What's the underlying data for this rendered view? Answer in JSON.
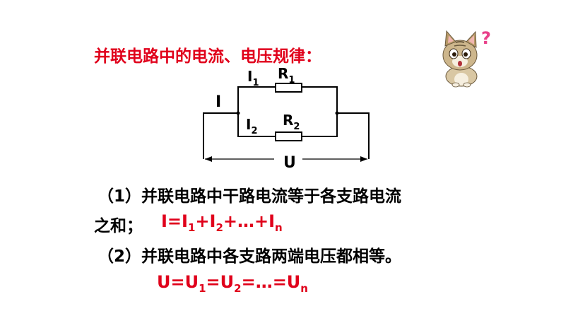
{
  "title": "并联电路中的电流、电压规律：",
  "circuit": {
    "label_I": "I",
    "label_I1": "I",
    "sub_I1": "1",
    "label_R1": "R",
    "sub_R1": "1",
    "label_I2": "I",
    "sub_I2": "2",
    "label_R2": "R",
    "sub_R2": "2",
    "label_U": "U"
  },
  "rule1": {
    "line1": "（1）并联电路中干路电流等于各支路电流",
    "line2": "之和；",
    "formula_parts": [
      "I=I",
      "1",
      "+I",
      "2",
      "+…+I",
      "n"
    ]
  },
  "rule2": {
    "line1": "（2）并联电路中各支路两端电压都相等。",
    "formula_parts": [
      "U=U",
      "1",
      "=U",
      "2",
      "=…=U",
      "n"
    ]
  },
  "mascot": {
    "icon": "confused-cat-icon",
    "mark": "?",
    "mark_color": "#e8408a"
  },
  "colors": {
    "accent": "#e0001b",
    "text": "#000000"
  }
}
